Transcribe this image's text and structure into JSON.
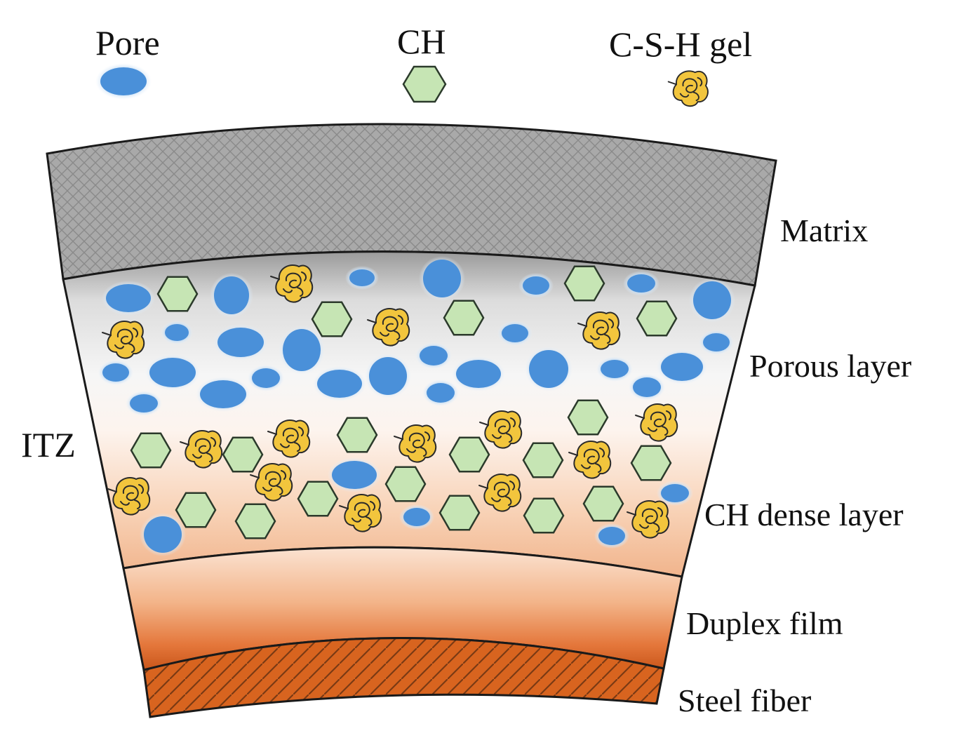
{
  "legend": {
    "pore_label": "Pore",
    "ch_label": "CH",
    "gel_label": "C-S-H gel"
  },
  "layers": {
    "matrix": "Matrix",
    "porous": "Porous layer",
    "ch_dense": "CH dense layer",
    "duplex": "Duplex film",
    "steel": "Steel fiber"
  },
  "itz_label": "ITZ",
  "colors": {
    "pore": "#4a90d9",
    "pore_glow": "#bcd9f4",
    "ch_fill": "#c6e5b4",
    "ch_stroke": "#2b3a2b",
    "gel_fill": "#f2c53d",
    "matrix_fill": "#a6a6a6",
    "duplex_fill": "#e8834a",
    "steel_fill": "#d8641f"
  },
  "icons": {
    "pore": "pore-ellipse-icon",
    "ch": "ch-hexagon-icon",
    "gel": "csh-gel-icon"
  }
}
